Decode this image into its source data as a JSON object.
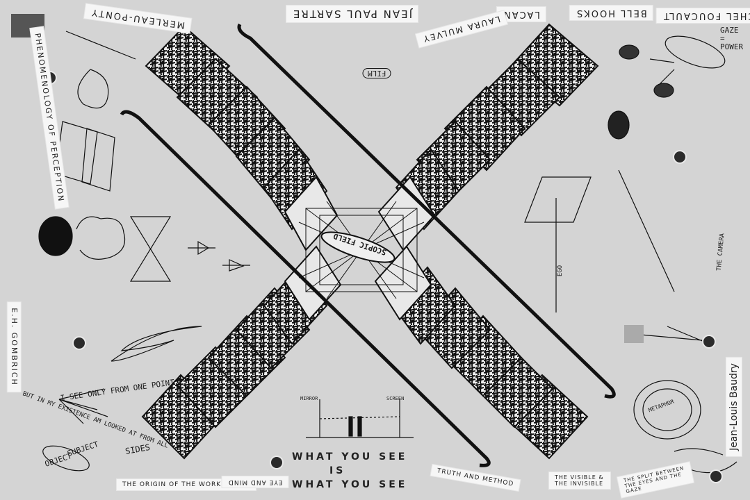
{
  "names": {
    "sartre": "JEAN PAUL SARTRE",
    "hooks": "BELL HOOKS",
    "lacan": "LACAN",
    "foucault": "MICHEL FOUCAULT",
    "merleau": "MERLEAU-PONTY",
    "mulvey": "LAURA MULVEY",
    "gombrich": "E.H. GOMBRICH",
    "baudry": "Jean-Louis Baudry"
  },
  "labels": {
    "phenomenology": "PHENOMENOLOGY OF PERCEPTION",
    "scopic": "SCOPIC FIELD",
    "film": "FILM",
    "gaze_power": "GAZE = POWER",
    "camera": "THE CAMERA",
    "subject": "SUBJECT",
    "object": "OBJECT",
    "sides": "SIDES",
    "ego": "EGO",
    "metaphor": "METAPHOR",
    "see_one_point": "I SEE ONLY FROM ONE POINT.",
    "looked_at": "BUT IN MY EXISTENCE AM LOOKED AT FROM ALL",
    "origin_art": "THE ORIGIN OF THE WORK OF ART",
    "visible_invisible": "THE VISIBLE & THE INVISIBLE",
    "truth_method": "TRUTH AND METHOD",
    "eye_mind": "EYE AND MIND",
    "mirror": "MIRROR",
    "screen": "SCREEN",
    "split_gaze": "THE SPLIT BETWEEN THE EYES AND THE GAZE"
  },
  "headline": {
    "line1": "WHAT YOU SEE",
    "line2": "IS",
    "line3": "WHAT YOU SEE"
  }
}
